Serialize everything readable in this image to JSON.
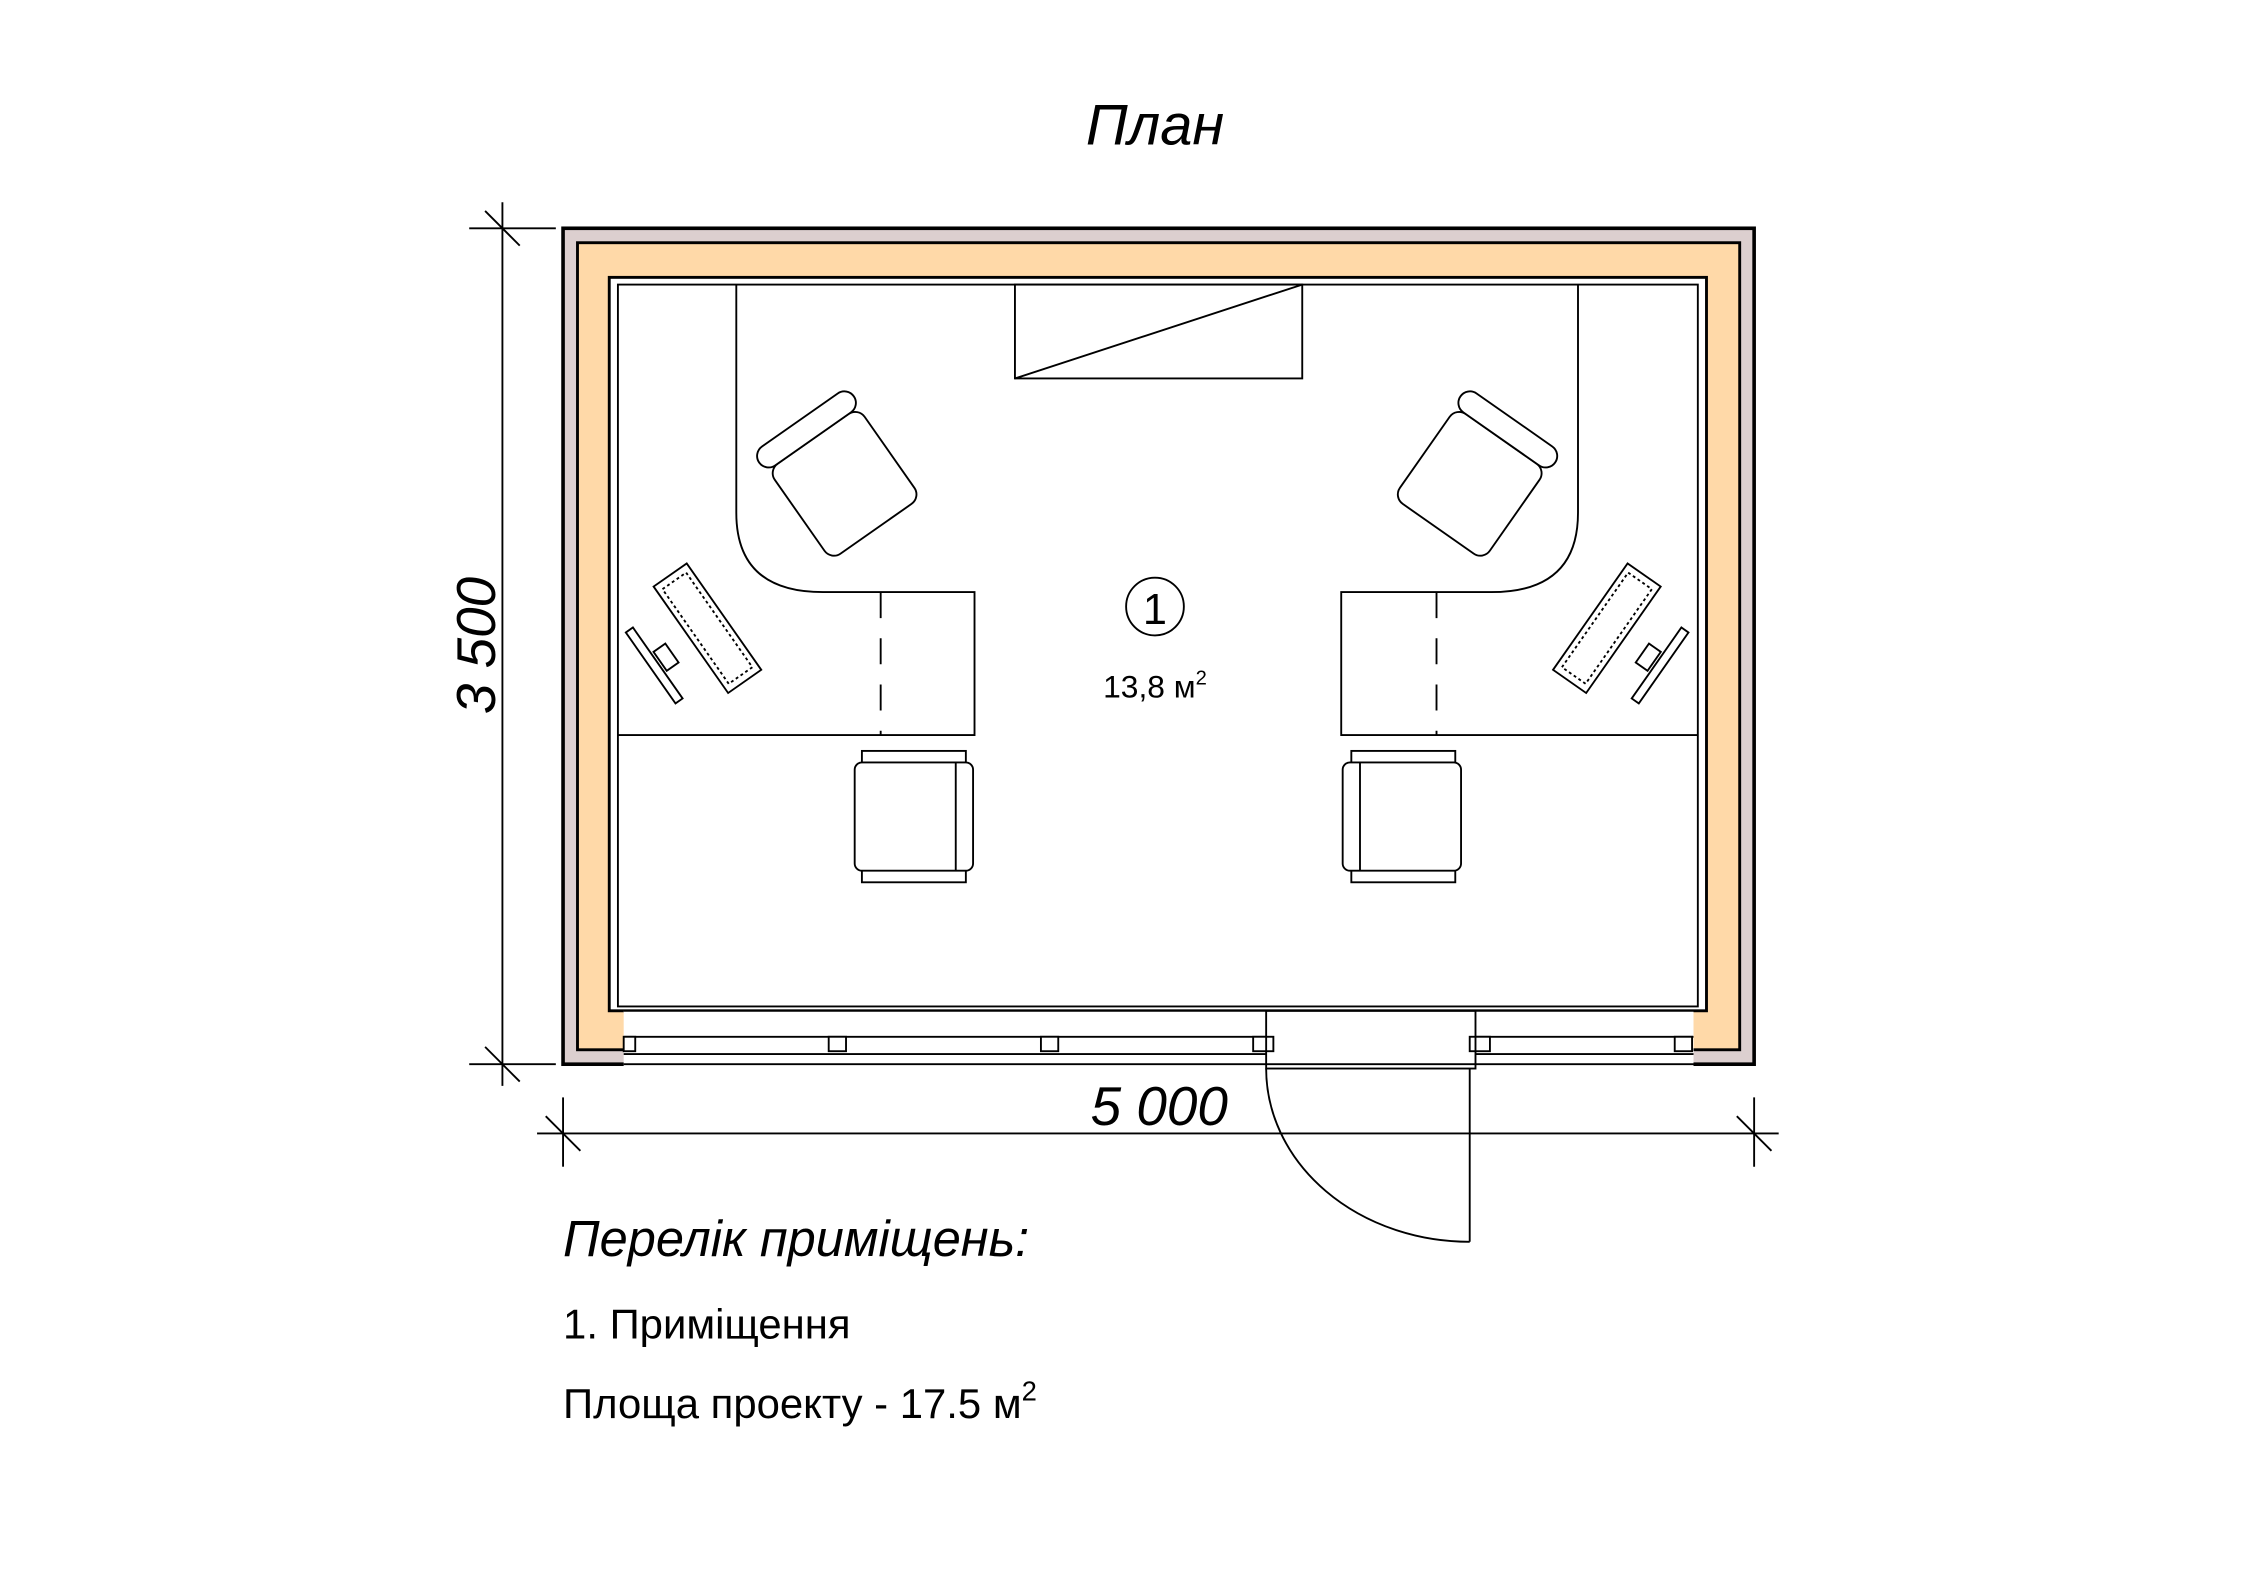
{
  "title": "План",
  "room": {
    "number": "1",
    "area": "13,8 м",
    "area_sup": "2"
  },
  "dimensions": {
    "height": "3 500",
    "width": "5 000"
  },
  "legend": {
    "heading": "Перелік приміщень:",
    "items": [
      "1. Приміщення"
    ],
    "project_area": "Площа проекту - 17.5 м",
    "project_area_sup": "2"
  },
  "colors": {
    "wall_outer": "#dccfcf",
    "wall_insulation": "#ffd9a8"
  }
}
